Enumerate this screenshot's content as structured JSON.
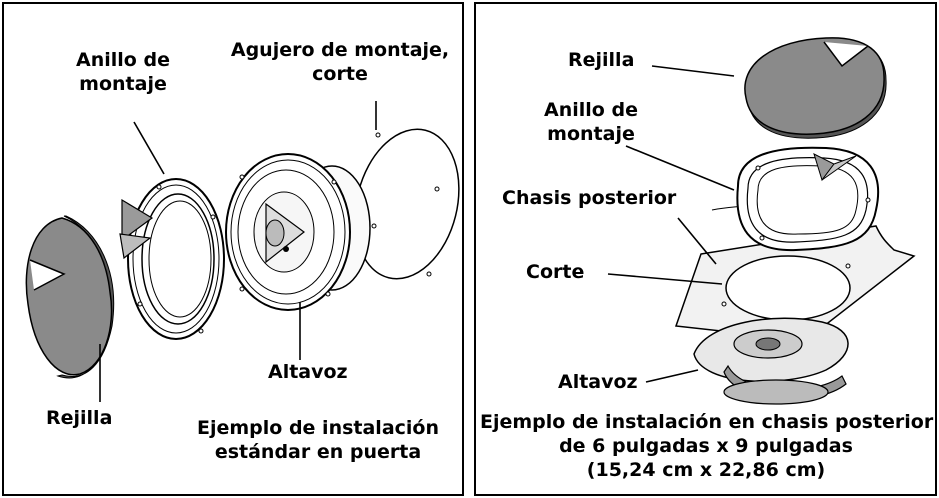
{
  "left": {
    "labels": {
      "ring": [
        "Anillo de",
        "montaje"
      ],
      "hole": [
        "Agujero de montaje,",
        "corte"
      ],
      "speaker": "Altavoz",
      "grille": "Rejilla"
    },
    "caption": [
      "Ejemplo de instalación",
      "estándar en puerta"
    ]
  },
  "right": {
    "labels": {
      "grille": "Rejilla",
      "ring": [
        "Anillo de",
        "montaje"
      ],
      "deck": "Chasis posterior",
      "cutout": "Corte",
      "speaker": "Altavoz"
    },
    "caption": [
      "Ejemplo de instalación en chasis posterior",
      "de 6 pulgadas x 9 pulgadas",
      "(15,24 cm x 22,86 cm)"
    ]
  }
}
